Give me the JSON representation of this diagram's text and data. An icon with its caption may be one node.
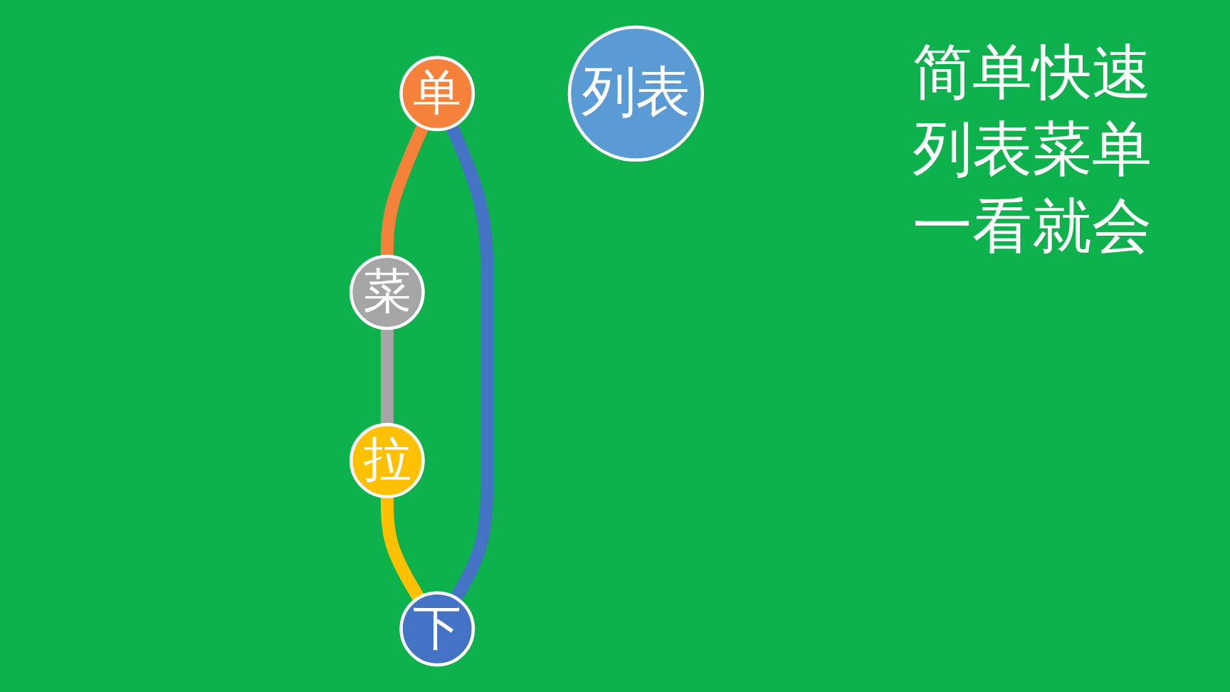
{
  "diagram": {
    "nodes": [
      {
        "text": [
          "单"
        ]
      },
      {
        "text": [
          "下"
        ]
      },
      {
        "text": [
          "列表"
        ]
      },
      {
        "text": [
          "菜"
        ]
      },
      {
        "text": [
          "拉"
        ]
      }
    ],
    "edges": [
      {
        "from": 0,
        "to": 3,
        "arrow": "none",
        "color": "#f5813a"
      },
      {
        "from": 3,
        "to": 4,
        "arrow": "none",
        "color": "#a5a5a5"
      },
      {
        "from": 4,
        "to": 1,
        "arrow": "none",
        "color": "#ffc000"
      },
      {
        "from": 1,
        "to": 0,
        "arrow": "none",
        "color": "#4472c4"
      }
    ],
    "labels": [
      "简单快速",
      "列表菜单",
      "一看就会"
    ]
  }
}
